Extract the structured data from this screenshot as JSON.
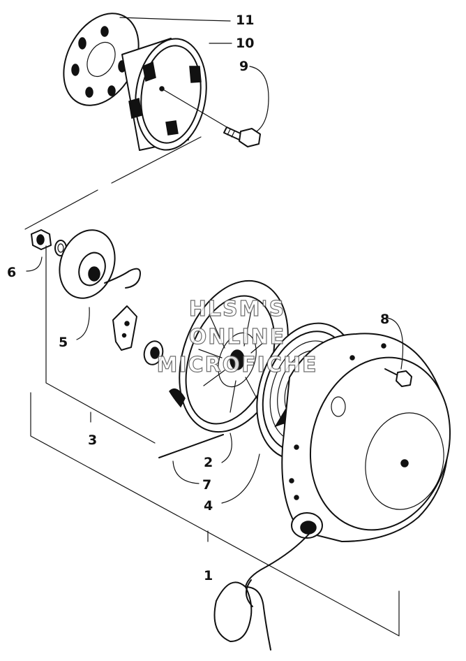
{
  "watermark": {
    "line1": "HLSM'S",
    "line2": "ONLINE",
    "line3": "MICROFICHE"
  },
  "callouts": {
    "c1": "1",
    "c2": "2",
    "c3": "3",
    "c4": "4",
    "c5": "5",
    "c6": "6",
    "c7": "7",
    "c8": "8",
    "c9": "9",
    "c10": "10",
    "c11": "11"
  }
}
